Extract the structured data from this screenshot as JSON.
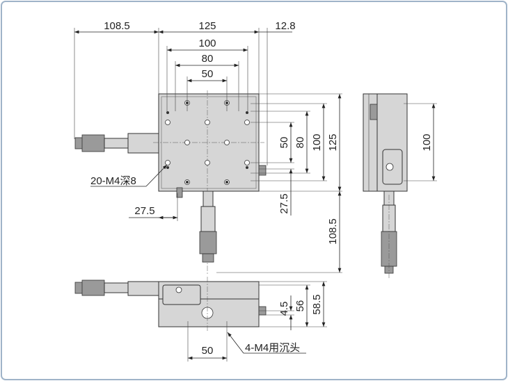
{
  "title": "XY stage dimension drawing",
  "top_dimensions": {
    "micrometer_overhang": "108.5",
    "stage_width": "125",
    "knob_offset": "12.8",
    "hole_pitch_100": "100",
    "hole_pitch_80": "80",
    "hole_pitch_50": "50"
  },
  "right_dimensions": {
    "pitch_50": "50",
    "pitch_80": "80",
    "pitch_100": "100",
    "stage_height": "125",
    "offset_27_5": "27.5",
    "micrometer_overhang": "108.5"
  },
  "side_view": {
    "pitch_100": "100"
  },
  "front_view": {
    "dim_4_5": "4.5",
    "dim_56": "56",
    "dim_58_5": "58.5",
    "bottom_pitch": "50"
  },
  "left_offset": "27.5",
  "callouts": {
    "tapped_holes": "20-M4深8",
    "mounting_holes": "4-M4用沉头"
  },
  "colors": {
    "frame": "#9fb3c8",
    "body": "#d6d6d6"
  }
}
